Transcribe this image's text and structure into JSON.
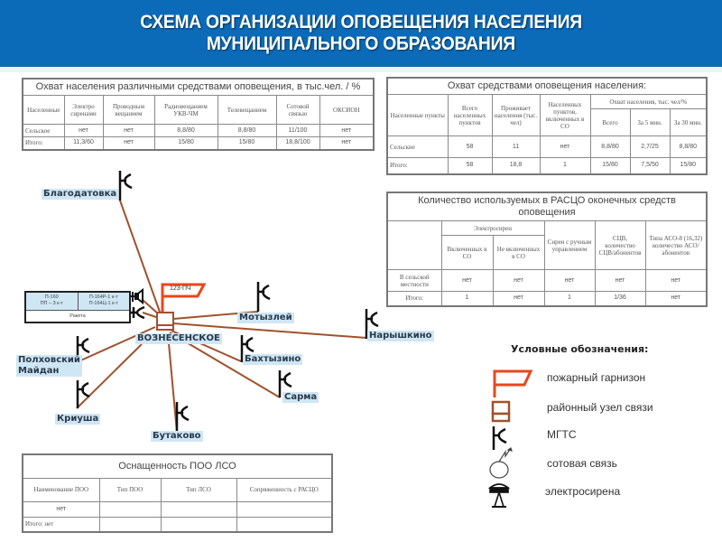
{
  "header": {
    "title_line1": "СХЕМА ОРГАНИЗАЦИИ ОПОВЕЩЕНИЯ НАСЕЛЕНИЯ",
    "title_line2": "МУНИЦИПАЛЬНОГО ОБРАЗОВАНИЯ"
  },
  "coverage_table": {
    "caption": "Охват населения различными средствами оповещения, в тыс.чел. / %",
    "headers": [
      "Населенные",
      "Электро сиренами",
      "Проводным вещанием",
      "Радиовещанием УКВ-ЧМ",
      "Телевещанием",
      "Сотовой связью",
      "ОКСИОН"
    ],
    "rows": [
      [
        "Сельское",
        "нет",
        "нет",
        "8,8/80",
        "8,8/80",
        "11/100",
        "нет"
      ],
      [
        "Итого:",
        "11,3/60",
        "нет",
        "15/80",
        "15/80",
        "18,8/100",
        "нет"
      ]
    ]
  },
  "alert_coverage_table": {
    "caption": "Охват средствами оповещения населения:",
    "headers": [
      "Населенные пункты",
      "Всего населенных пунктов",
      "Проживает населения (тыс. чел)",
      "Населенных пунктов, включенных в СО",
      "Охват населения, тыс. чел/%"
    ],
    "subheaders": [
      "Всего",
      "За 5 мин.",
      "За 30 мин."
    ],
    "rows": [
      [
        "Сельские",
        "58",
        "11",
        "нет",
        "8,8/80",
        "2,7/25",
        "8,8/80"
      ],
      [
        "Итого:",
        "58",
        "18,8",
        "1",
        "15/80",
        "7,5/50",
        "15/80"
      ]
    ]
  },
  "terminal_means_table": {
    "caption": "Количество используемых в РАСЦО оконечных средств оповещения",
    "group_header": "Электросирен",
    "headers": [
      "Сирен с ручным управлением",
      "СЦВ, количество СЦВ/абонентов",
      "Типа АСО-8 (16,32) количество АСО/абонентов"
    ],
    "subheaders": [
      "Включенных в СО",
      "Не включенных в СО"
    ],
    "rows": [
      [
        "В сельской местности",
        "нет",
        "нет",
        "нет",
        "нет",
        "нет"
      ],
      [
        "Итого:",
        "1",
        "нет",
        "1",
        "1/36",
        "нет"
      ]
    ]
  },
  "poo_table": {
    "caption": "Оснащенность ПОО ЛСО",
    "headers": [
      "Наименование ПОО",
      "Тип ПОО",
      "Тип ЛСО",
      "Сопряженность с РАСЦО"
    ],
    "rows": [
      [
        "нет",
        "",
        "",
        ""
      ],
      [
        "Итого: нет",
        "",
        "",
        ""
      ]
    ]
  },
  "diagram": {
    "center": "ВОЗНЕСЕНСКОЕ",
    "fire_station": "123-ПЧ",
    "equipment": {
      "cell1_line1": "П-160",
      "cell1_line2": "ПП – 3 к-т",
      "cell2_line1": "П-164Р-1 к-т",
      "cell2_line2": "П-164Ц-1 к-т",
      "bottom": "Ракета"
    },
    "settlements": {
      "blagodatovka": "Благодатовка",
      "motyzley": "Мотызлей",
      "naryshkino": "Нарышкино",
      "bakhtyzino": "Бахтызино",
      "sarma": "Сарма",
      "butakovo": "Бутаково",
      "kriusha": "Криуша",
      "polkhovsky_line1": "Полховский",
      "polkhovsky_line2": "Майдан"
    },
    "colors": {
      "link": "#a0522d",
      "fire": "#e8471c",
      "node": "#a0522d",
      "label_bg": "#cfe6f5"
    }
  },
  "legend": {
    "title": "Условные обозначения:",
    "items": [
      {
        "icon": "fire-garrison-icon",
        "label": "пожарный гарнизон"
      },
      {
        "icon": "district-comm-node-icon",
        "label": "районный узел связи"
      },
      {
        "icon": "mgts-icon",
        "label": "МГТС"
      },
      {
        "icon": "cellular-icon",
        "label": "сотовая связь"
      },
      {
        "icon": "electric-siren-icon",
        "label": "электросирена"
      }
    ]
  }
}
